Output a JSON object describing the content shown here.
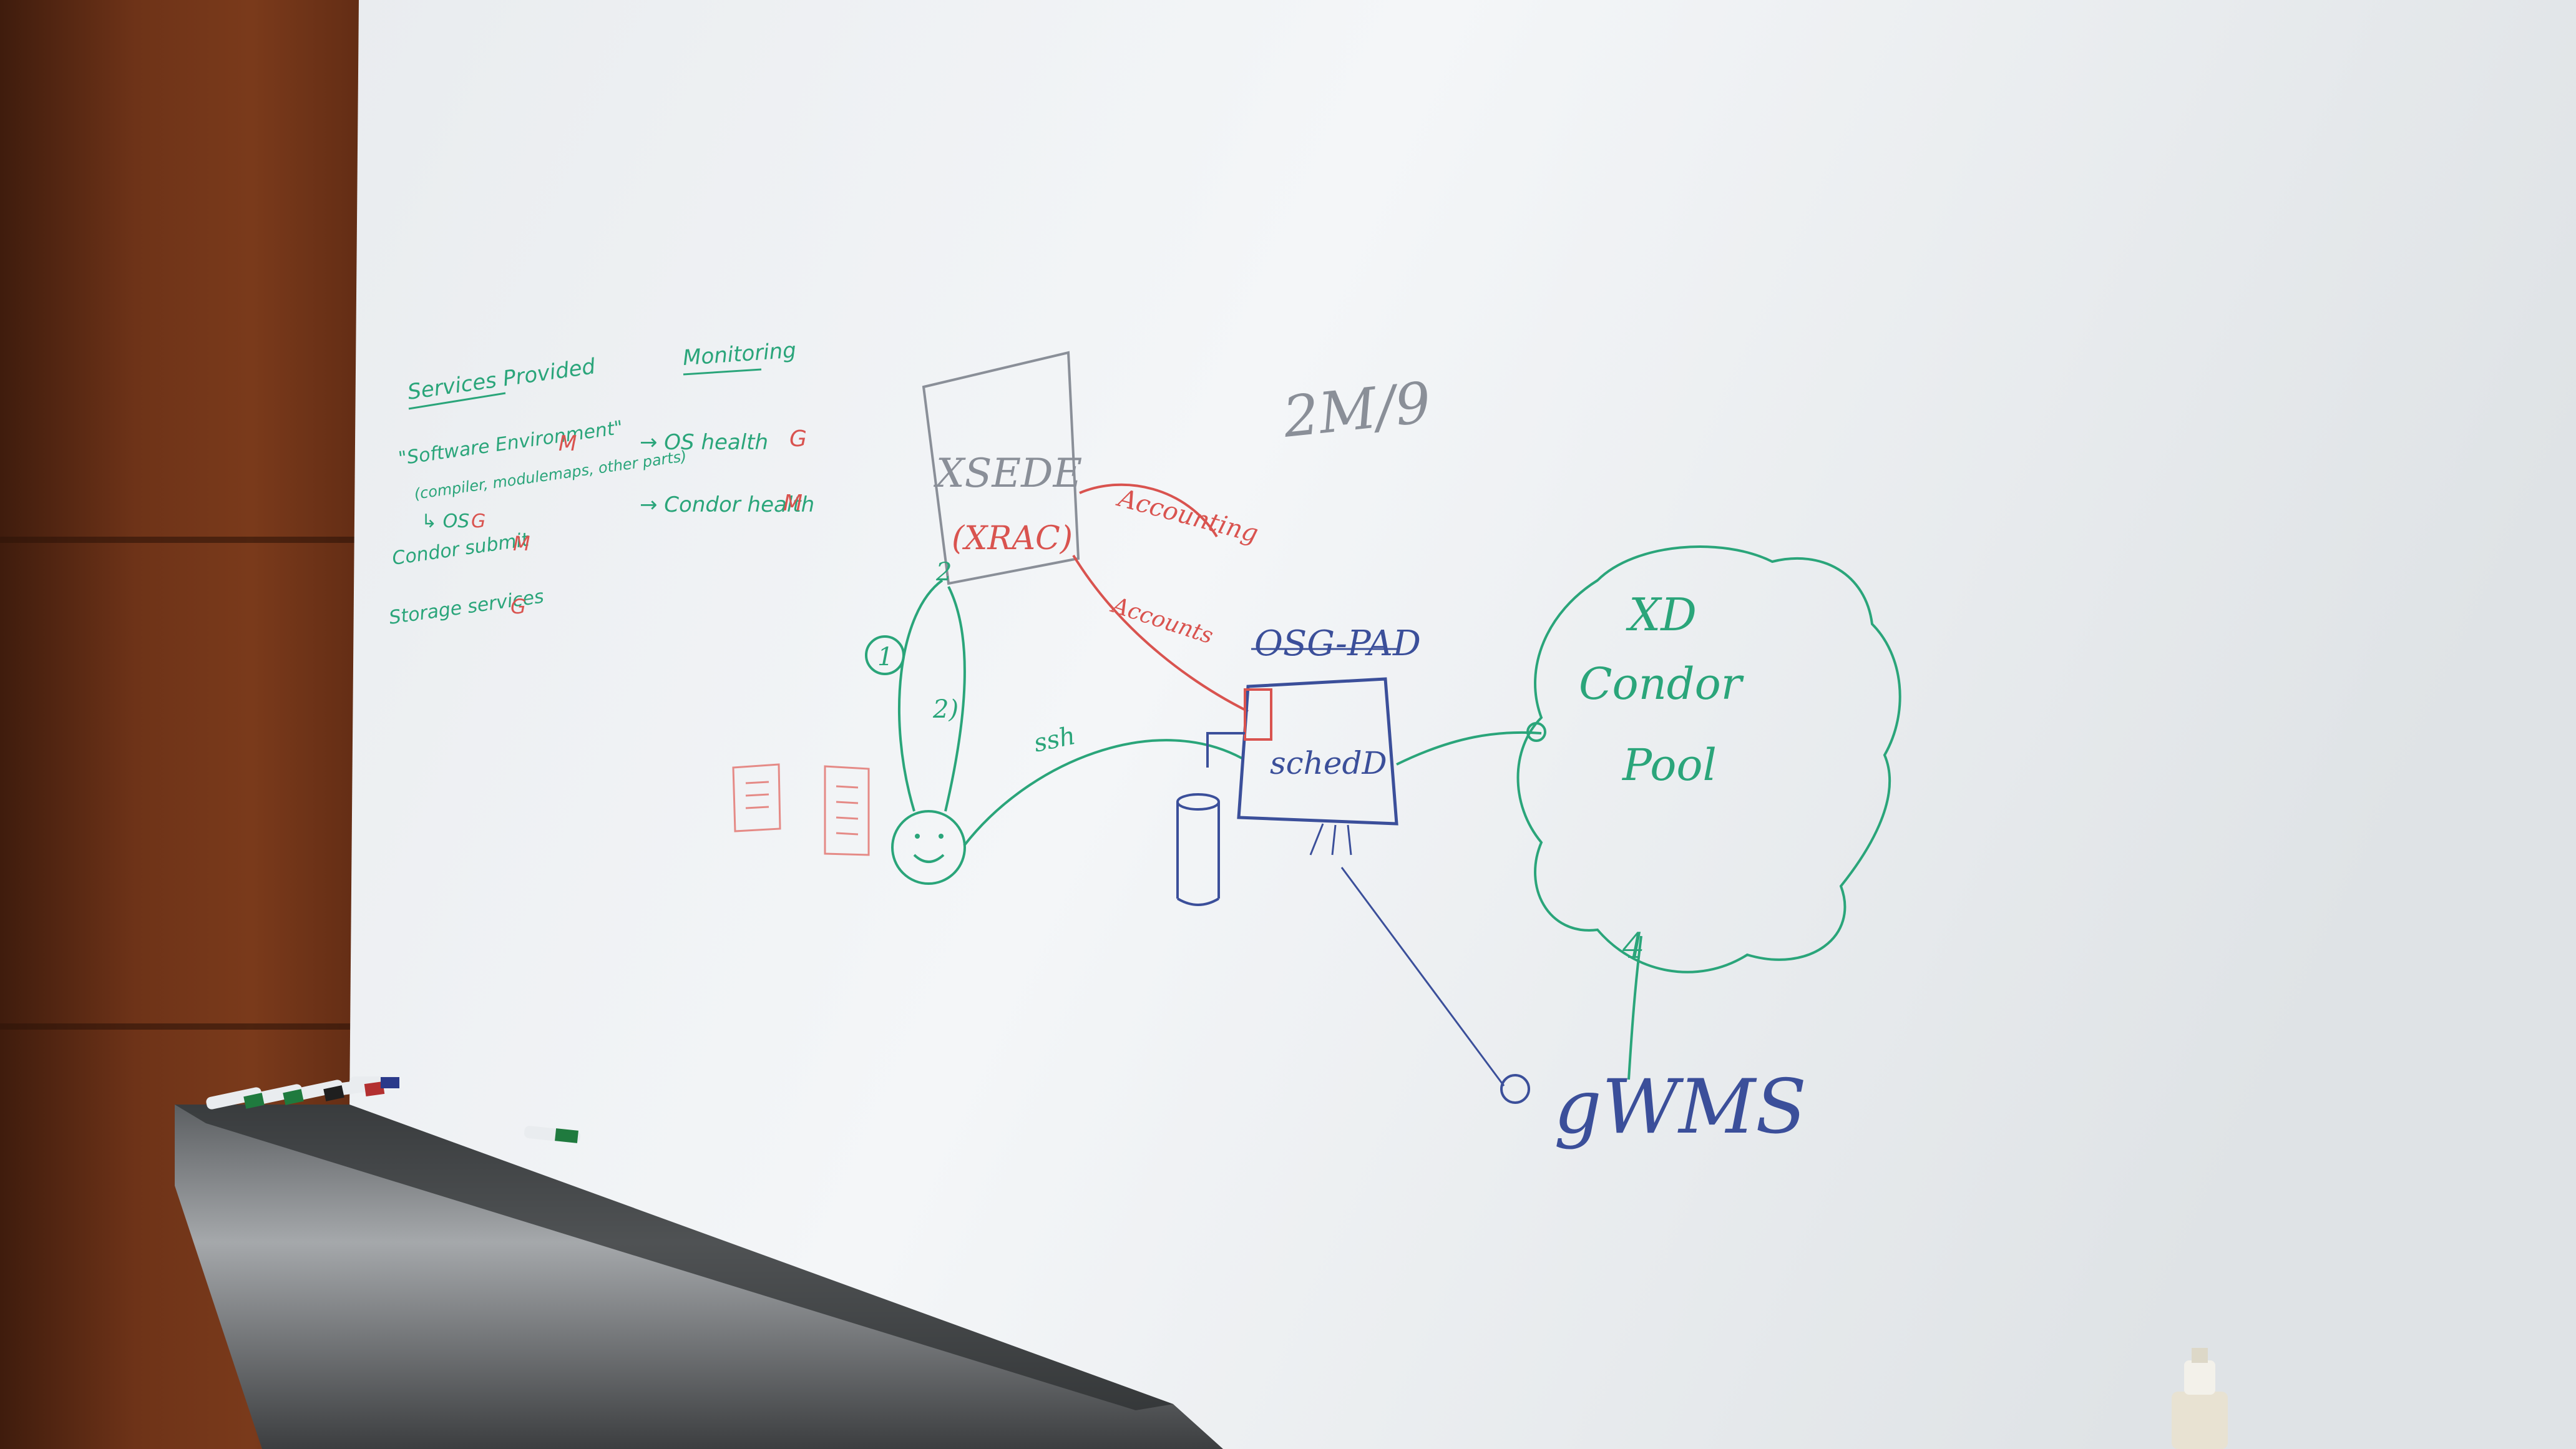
{
  "scene": {
    "description_free": true
  },
  "notes_left": {
    "heading": "Services Provided",
    "line1": "\"Software Environment\"",
    "line1_tag": "M",
    "line1_sub": "(compiler, modulemaps, other parts)",
    "line2": "↳ OS",
    "line2_tag": "G",
    "line3": "Condor submit",
    "line3_tag": "M",
    "line4": "Storage services",
    "line4_tag": "G"
  },
  "notes_monitoring": {
    "heading": "Monitoring",
    "line1": "→ OS health",
    "line1_tag": "G",
    "line2": "→ Condor health",
    "line2_tag": "M"
  },
  "diagram": {
    "xsede": "XSEDE",
    "xrac": "(XRAC)",
    "accounting": "Accounting",
    "accounts": "Accounts",
    "date": "2M/9",
    "ssh": "ssh",
    "osg_pad": "OSG-PAD",
    "schedd": "schedD",
    "pool_line1": "XD",
    "pool_line2": "Condor",
    "pool_line3": "Pool",
    "gwms": "gWMS",
    "step1": "1",
    "step2": "2",
    "step2b": "2)",
    "step4": "4"
  },
  "colors": {
    "board": "#f1f3f5",
    "marker_green": "#2aa57a",
    "marker_red": "#d9534f",
    "marker_blue": "#3b4f9a",
    "marker_gray": "#8a8f98",
    "wood": "#6e3318",
    "tray_metal": "#7c7f82"
  }
}
